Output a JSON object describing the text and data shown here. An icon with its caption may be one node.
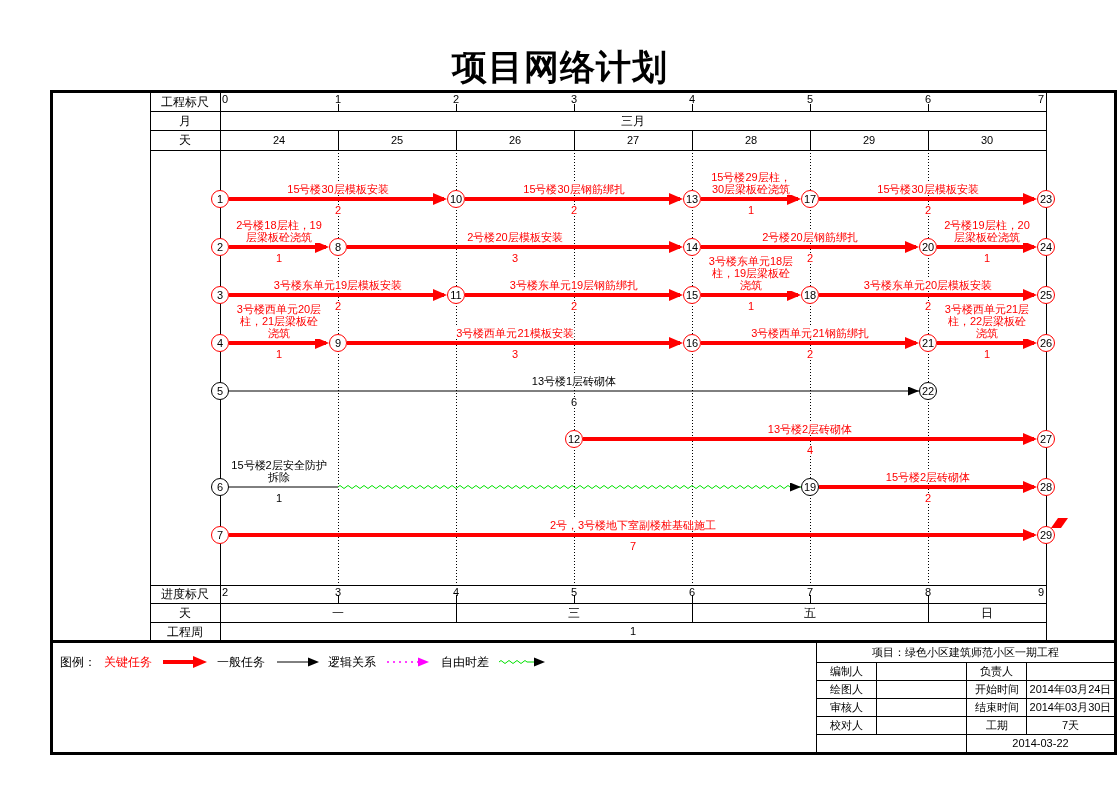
{
  "diagram": {
    "title": "项目网络计划",
    "nodes": [
      {
        "text": [
          "1"
        ]
      },
      {
        "text": [
          "2"
        ]
      },
      {
        "text": [
          "3"
        ]
      },
      {
        "text": [
          "4"
        ]
      },
      {
        "text": [
          "5"
        ]
      },
      {
        "text": [
          "6"
        ]
      },
      {
        "text": [
          "7"
        ]
      },
      {
        "text": [
          "8"
        ]
      },
      {
        "text": [
          "9"
        ]
      },
      {
        "text": [
          "10"
        ]
      },
      {
        "text": [
          "11"
        ]
      },
      {
        "text": [
          "12"
        ]
      },
      {
        "text": [
          "13"
        ]
      },
      {
        "text": [
          "14"
        ]
      },
      {
        "text": [
          "15"
        ]
      },
      {
        "text": [
          "16"
        ]
      },
      {
        "text": [
          "17"
        ]
      },
      {
        "text": [
          "18"
        ]
      },
      {
        "text": [
          "19"
        ]
      },
      {
        "text": [
          "20"
        ]
      },
      {
        "text": [
          "21"
        ]
      },
      {
        "text": [
          "22"
        ]
      },
      {
        "text": [
          "23"
        ]
      },
      {
        "text": [
          "24"
        ]
      },
      {
        "text": [
          "25"
        ]
      },
      {
        "text": [
          "26"
        ]
      },
      {
        "text": [
          "27"
        ]
      },
      {
        "text": [
          "28"
        ]
      },
      {
        "text": [
          "29"
        ]
      }
    ],
    "edges": [
      {
        "from": 0,
        "to": 9,
        "arrow": "to",
        "label": "15号楼30层模板安装"
      },
      {
        "from": 9,
        "to": 12,
        "arrow": "to",
        "label": "15号楼30层钢筋绑扎"
      },
      {
        "from": 12,
        "to": 16,
        "arrow": "to",
        "label": "15号楼29层柱，30层梁板砼浇筑"
      },
      {
        "from": 16,
        "to": 22,
        "arrow": "to",
        "label": "15号楼30层模板安装"
      },
      {
        "from": 1,
        "to": 7,
        "arrow": "to",
        "label": "2号楼18层柱，19层梁板砼浇筑"
      },
      {
        "from": 7,
        "to": 13,
        "arrow": "to",
        "label": "2号楼20层模板安装"
      },
      {
        "from": 13,
        "to": 19,
        "arrow": "to",
        "label": "2号楼20层钢筋绑扎"
      },
      {
        "from": 19,
        "to": 23,
        "arrow": "to",
        "label": "2号楼19层柱，20层梁板砼浇筑"
      },
      {
        "from": 2,
        "to": 10,
        "arrow": "to",
        "label": "3号楼东单元19层模板安装"
      },
      {
        "from": 10,
        "to": 14,
        "arrow": "to",
        "label": "3号楼东单元19层钢筋绑扎"
      },
      {
        "from": 14,
        "to": 17,
        "arrow": "to",
        "label": "3号楼东单元18层柱，19层梁板砼浇筑"
      },
      {
        "from": 17,
        "to": 24,
        "arrow": "to",
        "label": "3号楼东单元20层模板安装"
      },
      {
        "from": 3,
        "to": 8,
        "arrow": "to",
        "label": "3号楼西单元20层柱，21层梁板砼浇筑"
      },
      {
        "from": 8,
        "to": 15,
        "arrow": "to",
        "label": "3号楼西单元21模板安装"
      },
      {
        "from": 15,
        "to": 20,
        "arrow": "to",
        "label": "3号楼西单元21钢筋绑扎"
      },
      {
        "from": 20,
        "to": 25,
        "arrow": "to",
        "label": "3号楼西单元21层柱，22层梁板砼浇筑"
      },
      {
        "from": 4,
        "to": 21,
        "arrow": "to",
        "label": "13号楼1层砖砌体",
        "color": "#000000"
      },
      {
        "from": 11,
        "to": 26,
        "arrow": "to",
        "label": "13号楼2层砖砌体"
      },
      {
        "from": 5,
        "to": 18,
        "arrow": "to",
        "label": "15号楼2层安全防护拆除",
        "color": "#000000"
      },
      {
        "from": 18,
        "to": 27,
        "arrow": "to",
        "label": "15号楼2层砖砌体"
      },
      {
        "from": 6,
        "to": 28,
        "arrow": "to",
        "label": "2号，3号楼地下室副楼桩基础施工"
      }
    ],
    "labels": [
      "工程标尺",
      "0",
      "1",
      "2",
      "3",
      "4",
      "5",
      "6",
      "7",
      "月",
      "三月",
      "天",
      "24",
      "25",
      "26",
      "27",
      "28",
      "29",
      "30",
      "2",
      "2",
      "1",
      "2",
      "1",
      "3",
      "2",
      "1",
      "2",
      "2",
      "1",
      "2",
      "1",
      "3",
      "2",
      "1",
      "6",
      "4",
      "1",
      "2",
      "7",
      "进度标尺",
      "2",
      "3",
      "4",
      "5",
      "6",
      "7",
      "8",
      "9",
      "天",
      "一",
      "三",
      "五",
      "日",
      "工程周",
      "1",
      "图例：",
      "项目：绿色小区建筑师范小区一期工程",
      "编制人",
      "负责人",
      "绘图人",
      "开始时间",
      "2014年03月24日",
      "审核人",
      "结束时间",
      "2014年03月30日",
      "校对人",
      "工期",
      "7天",
      "2014-03-22"
    ],
    "legend": [
      {
        "text": "关键任务"
      },
      {
        "text": "一般任务"
      },
      {
        "text": "逻辑关系"
      },
      {
        "text": "自由时差"
      }
    ]
  }
}
